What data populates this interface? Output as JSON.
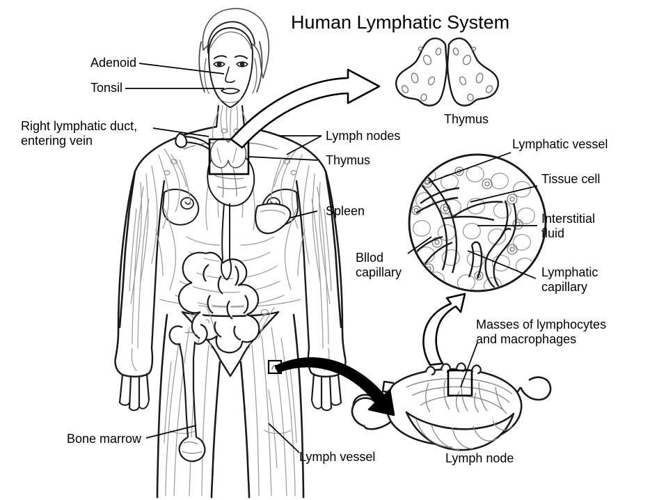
{
  "title": "Human Lymphatic System",
  "colors": {
    "background": "#ffffff",
    "outline": "#000000",
    "vessel": "#9a9a9a",
    "leader": "#000000"
  },
  "labels": {
    "adenoid": "Adenoid",
    "tonsil": "Tonsil",
    "right_lymphatic_duct": "Right lymphatic duct,\nentering vein",
    "lymph_nodes": "Lymph nodes",
    "thymus_body": "Thymus",
    "spleen": "Spleen",
    "thymus_inset": "Thymus",
    "lymphatic_vessel": "Lymphatic vessel",
    "tissue_cell": "Tissue cell",
    "interstitial_fluid": "Interstitial\nfluid",
    "lymphatic_capillary": "Lymphatic\ncapillary",
    "blood_capillary": "Bllod\ncapillary",
    "masses": "Masses of lymphocytes\nand macrophages",
    "bone_marrow": "Bone marrow",
    "lymph_vessel": "Lymph vessel",
    "lymph_node": "Lymph node"
  },
  "figure_parts": {
    "body": "female-human-body-anterior-view",
    "thymus_inset": "thymus-bilobed-organ",
    "tissue_inset": "circular-microscopic-tissue-cross-section",
    "node_inset": "lymph-node-cross-section",
    "arrow_thymus": "arrow-body-to-thymus-inset",
    "arrow_node": "arrow-body-to-lymph-node-inset",
    "arrow_tissue": "arrow-lymph-node-to-tissue-inset"
  }
}
